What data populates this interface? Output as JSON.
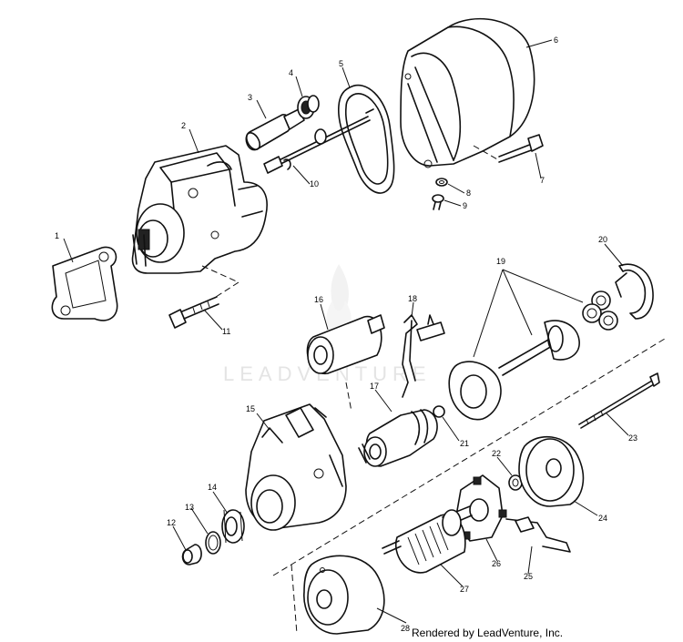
{
  "watermark": "LEADVENTURE",
  "credit": "Rendered by LeadVenture, Inc.",
  "callouts": [
    "1",
    "2",
    "3",
    "4",
    "5",
    "6",
    "7",
    "8",
    "9",
    "10",
    "11",
    "12",
    "13",
    "14",
    "15",
    "16",
    "17",
    "18",
    "19",
    "20",
    "21",
    "22",
    "23",
    "24",
    "25",
    "26",
    "27",
    "28"
  ]
}
